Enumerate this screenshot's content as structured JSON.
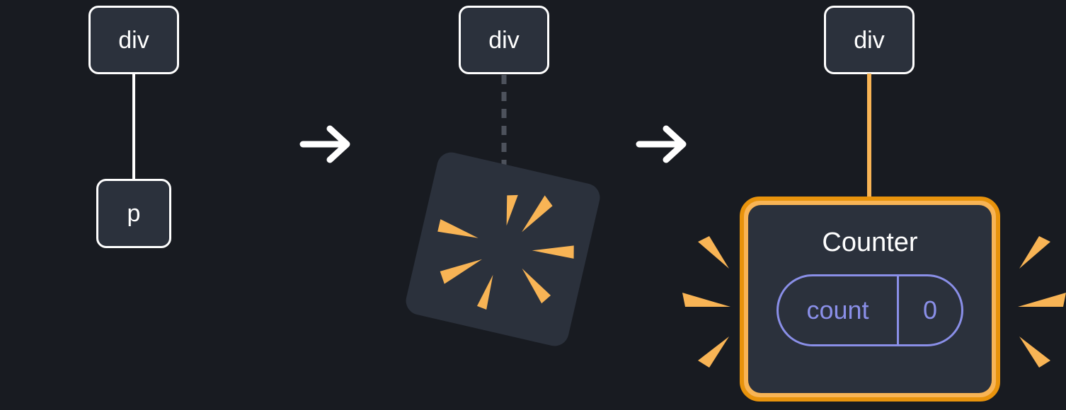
{
  "palette": {
    "background": "#181B21",
    "box_fill": "#2B313C",
    "box_border": "#FFFFFF",
    "text": "#FFFFFF",
    "amber": "#F8B455",
    "orange": "#E8930C",
    "lavender": "#8A8FE8",
    "dashed": "#4D525C"
  },
  "diagram": {
    "stage1": {
      "parent": "div",
      "child": "p"
    },
    "stage2": {
      "parent": "div"
    },
    "stage3": {
      "parent": "div",
      "component": {
        "title": "Counter",
        "state_key": "count",
        "state_value": "0"
      }
    }
  }
}
